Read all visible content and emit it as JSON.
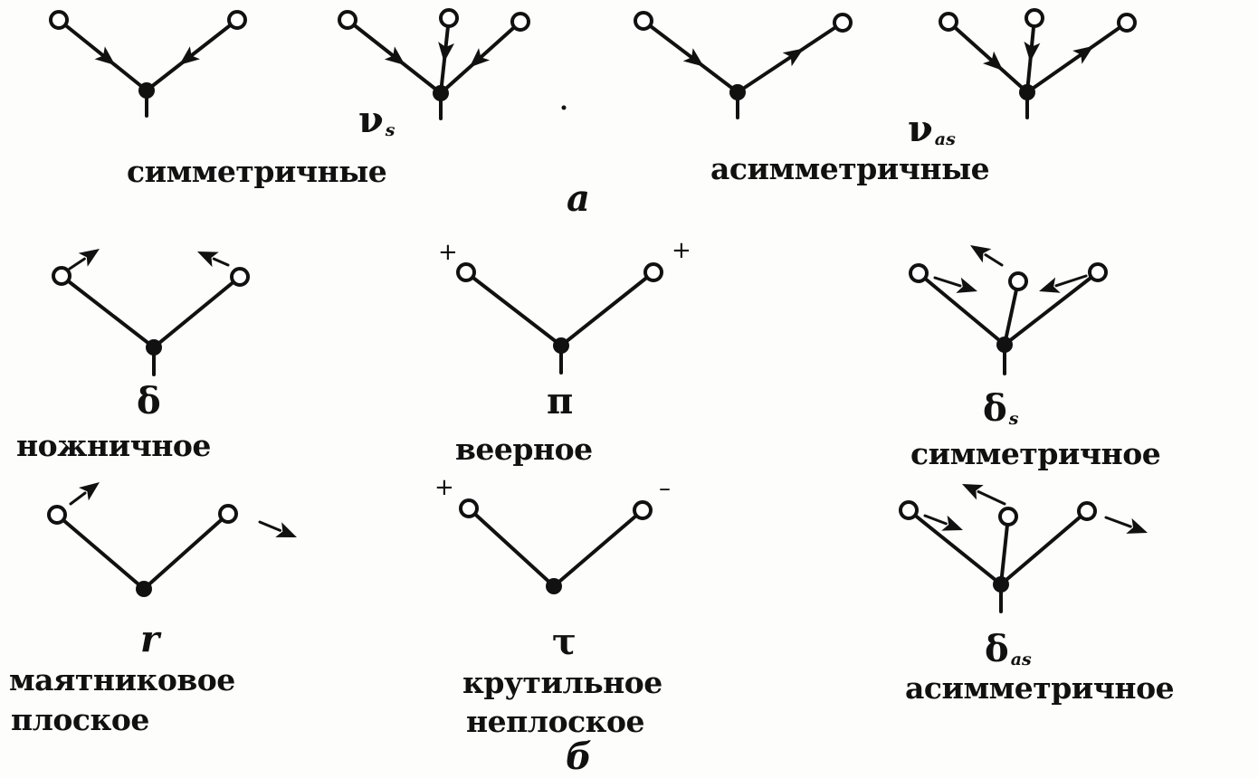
{
  "part_a": {
    "symmetric": {
      "symbol": "ν",
      "subscript": "s",
      "name": "симметричные"
    },
    "asymmetric": {
      "symbol": "ν",
      "subscript": "as",
      "name": "асимметричные"
    },
    "letter": "а"
  },
  "part_b": {
    "scissoring": {
      "symbol": "δ",
      "name": "ножничное"
    },
    "fan": {
      "symbol": "π",
      "name": "веерное",
      "charge_left": "+",
      "charge_right": "+"
    },
    "sym_deformation": {
      "symbol": "δ",
      "subscript": "s",
      "name": "симметричное"
    },
    "pendulum": {
      "symbol": "r",
      "name_line1": "маятниковое",
      "name_line2": "плоское"
    },
    "twisting": {
      "symbol": "τ",
      "name_line1": "крутильное",
      "name_line2": "неплоское",
      "charge_left": "+",
      "charge_right": "–"
    },
    "asym_deformation": {
      "symbol": "δ",
      "subscript": "as",
      "name": "асимметричное"
    },
    "letter": "б"
  },
  "colors": {
    "ink": "#111111",
    "background": "#fdfdfb"
  }
}
